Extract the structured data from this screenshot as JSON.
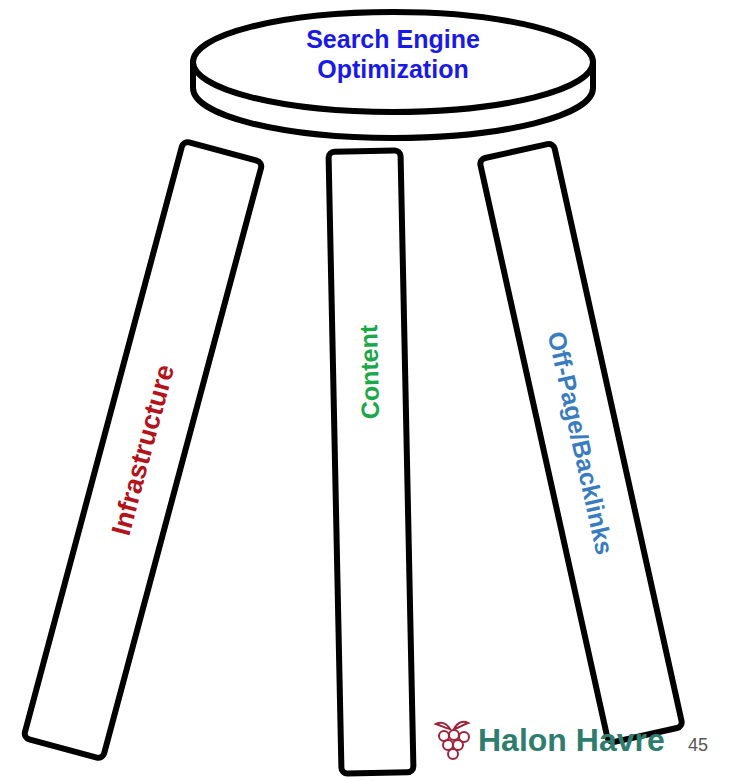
{
  "diagram": {
    "nodes": [
      {
        "text": [
          "Search Engine Optimization"
        ]
      },
      {
        "text": [
          "Infrastructure"
        ]
      },
      {
        "text": [
          "Content"
        ]
      },
      {
        "text": [
          "Off-Page/Backlinks"
        ]
      }
    ],
    "labels": [
      "Halon Havre",
      "45"
    ]
  }
}
